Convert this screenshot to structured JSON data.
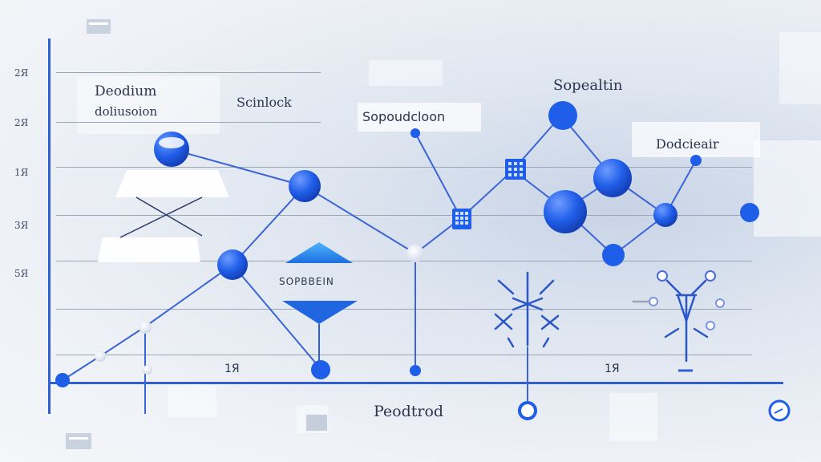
{
  "y_tick_labels": [
    "2Я",
    "2Я",
    "1Я",
    "3Я",
    "5Я"
  ],
  "x_tick_labels": [
    "1Я",
    "1Я"
  ],
  "x_axis_label": "Peodtrod",
  "labels": {
    "decoium": "Deodium",
    "dolusion": "doliusoion",
    "scinlock": "Scinlock",
    "sopoudoon": "Sopoudcloon",
    "sopealtin": "Sopealtin",
    "docicear": "Dodcieair",
    "sopbbeen": "SOPBBEIN"
  },
  "colors": {
    "axis": "#2f5fd0",
    "node": "#1f5ee8",
    "line": "#3b64d6",
    "grid": "#9aa6b8"
  }
}
